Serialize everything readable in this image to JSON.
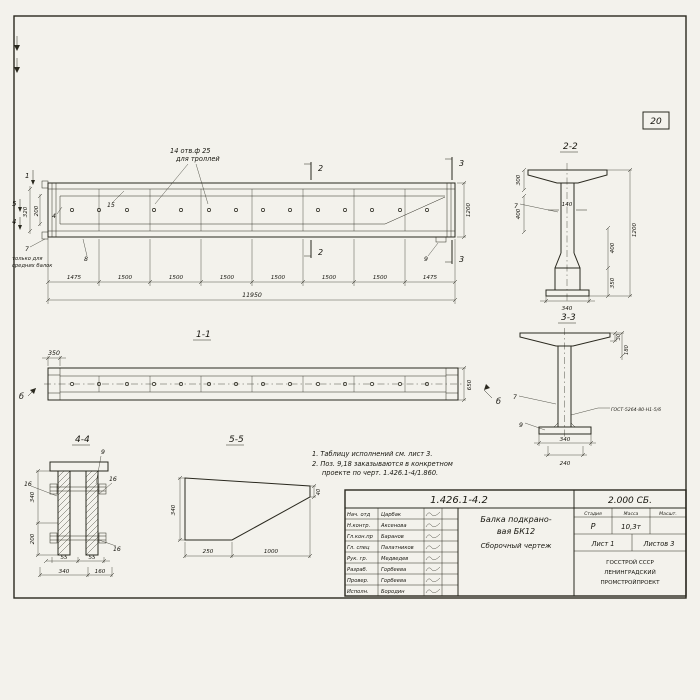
{
  "page": {
    "sheet_number": "20"
  },
  "main_view": {
    "callout_line1": "14 отв.ф 25",
    "callout_line2": "для троллей",
    "note_line1": "только для",
    "note_line2": "средних балок",
    "cut2": "2",
    "cut3": "3",
    "mark1": "1",
    "mark5": "5",
    "mark4": "4",
    "pos4": "4",
    "pos7": "7",
    "pos8": "8",
    "pos9": "9",
    "pos15": "15",
    "dim_320": "320",
    "dim_200": "200",
    "dim_1200": "1200",
    "segments": [
      "1475",
      "1500",
      "1500",
      "1500",
      "1500",
      "1500",
      "1500",
      "1475"
    ],
    "total": "11950"
  },
  "section22": {
    "title": "2-2",
    "dim_300": "300",
    "dim_400a": "400",
    "dim_140": "140",
    "dim_1200": "1200",
    "dim_400b": "400",
    "dim_350": "350",
    "dim_340": "340",
    "pos7": "7"
  },
  "section33": {
    "title": "3-3",
    "dim_30": "30",
    "dim_180": "180",
    "pos7": "7",
    "pos9": "9",
    "weld_note": "ГОСТ-5264-80-Н1-5/6",
    "dim_340": "340",
    "dim_240": "240"
  },
  "section11": {
    "title": "1-1",
    "dim_350": "350",
    "dim_650": "650",
    "marker": "б"
  },
  "section44": {
    "title": "4-4",
    "pos9": "9",
    "pos16": "16",
    "dim_340v": "340",
    "dim_200v": "200",
    "dim_55a": "55",
    "dim_55b": "55",
    "dim_340": "340",
    "dim_160": "160"
  },
  "section55": {
    "title": "5-5",
    "dim_340": "340",
    "dim_40": "40",
    "dim_250": "250",
    "dim_1000": "1000"
  },
  "notes": {
    "line1": "1. Таблицу исполнений см. лист 3.",
    "line2": "2. Поз. 9,18 заказываются в конкретном",
    "line3": "проекте по черт. 1.426.1-4/1.860."
  },
  "title_block": {
    "doc_number": "1.426.1-4.2",
    "doc_code": "2.000 СБ.",
    "rows": [
      {
        "role": "Нач. отд",
        "name": "Царбак"
      },
      {
        "role": "Н.контр.",
        "name": "Аксенова"
      },
      {
        "role": "Гл.кон.пр",
        "name": "Баранов"
      },
      {
        "role": "Гл. спец",
        "name": "Палатников"
      },
      {
        "role": "Рук. гр.",
        "name": "Медведев"
      },
      {
        "role": "Разраб.",
        "name": "Горбеева"
      },
      {
        "role": "Провер.",
        "name": "Горбеева"
      },
      {
        "role": "Исполн.",
        "name": "Бородин"
      }
    ],
    "title_line1": "Балка подкрано-",
    "title_line2": "вая  БК12",
    "title_line3": "Сборочный  чертеж",
    "stage_header": "Стадия",
    "mass_header": "Масса",
    "scale_header": "Масшт.",
    "stage": "Р",
    "mass": "10,3т",
    "sheet_label": "Лист 1",
    "sheets_label": "Листов 3",
    "org_line1": "ГОССТРОЙ СССР",
    "org_line2": "ЛЕНИНГРАДСКИЙ",
    "org_line3": "ПРОМСТРОЙПРОЕКТ"
  }
}
